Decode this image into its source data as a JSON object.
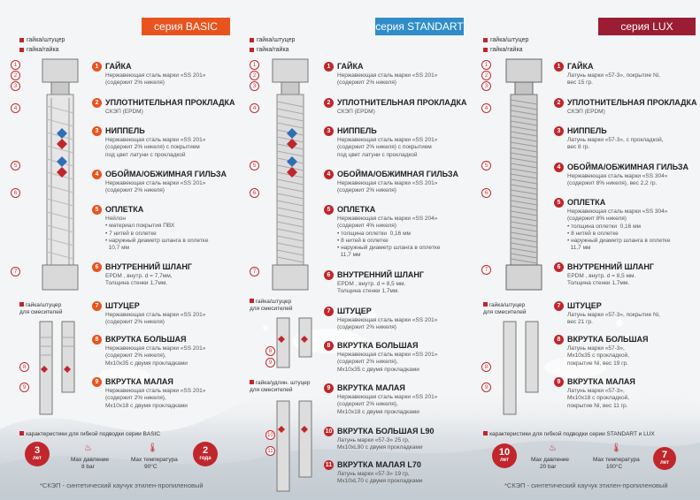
{
  "colors": {
    "basic": "#e8531e",
    "standart": "#2f8dc9",
    "lux": "#9a1d33",
    "accent": "#c0262c"
  },
  "columns": [
    {
      "series": "серия BASIC",
      "legend": [
        "гайка/штуцер",
        "гайка/гайка"
      ],
      "items": [
        {
          "n": "1",
          "title": "ГАЙКА",
          "desc": "Нержавеющая сталь марки «SS 201»\n(содержит 2% никеля)"
        },
        {
          "n": "2",
          "title": "УПЛОТНИТЕЛЬНАЯ ПРОКЛАДКА",
          "desc": "СКЭП (EPDM)"
        },
        {
          "n": "3",
          "title": "НИППЕЛЬ",
          "desc": "Нержавеющая сталь марки «SS 201»\n(содержит 2% никеля) с покрытием\nпод цвет латуни с прокладкой"
        },
        {
          "n": "4",
          "title": "ОБОЙМА/ОБЖИМНАЯ ГИЛЬЗА",
          "desc": "Нержавеющая сталь марки «SS 201»\n(содержит 2% никеля)"
        },
        {
          "n": "5",
          "title": "ОПЛЕТКА",
          "desc": "Нейлон\n• материал покрытия ПВХ\n• 7 нитей в оплетке\n• наружный диаметр шланга в оплетке\n  10,7 мм"
        },
        {
          "n": "6",
          "title": "ВНУТРЕННИЙ ШЛАНГ",
          "desc": "EPDM , внутр. d = 7,7мм,\nТолщина стенки 1,7мм."
        },
        {
          "n": "7",
          "title": "ШТУЦЕР",
          "desc": "Нержавеющая сталь марки «SS 201»\n(содержит 2% никеля)"
        },
        {
          "n": "8",
          "title": "ВКРУТКА БОЛЬШАЯ",
          "desc": "Нержавеющая сталь марки «SS 201»\n(содержит 2% никеля),\nМх10х35 с двумя прокладками"
        },
        {
          "n": "9",
          "title": "ВКРУТКА МАЛАЯ",
          "desc": "Нержавеющая сталь марки «SS 201»\n(содержит 2% никеля),\nМх10х18 с двумя прокладками"
        }
      ],
      "mixer_caption": "гайка/штуцер\nдля смесителей",
      "char_caption": "характеристики  для гибкой подводки серии BASIC",
      "warranty_left": {
        "big": "3",
        "small": "лет"
      },
      "pressure": {
        "label": "Max давление",
        "value": "8 bar"
      },
      "temperature": {
        "label": "Max температура",
        "value": "90°C"
      },
      "warranty_right": {
        "big": "2",
        "small": "года"
      },
      "footnote": "*СКЭП - синтетический каучук этилен-пропиленовый"
    },
    {
      "series": "серия STANDART",
      "legend": [
        "гайка/штуцер",
        "гайка/гайка"
      ],
      "items": [
        {
          "n": "1",
          "title": "ГАЙКА",
          "desc": "Нержавеющая сталь марки «SS 201»\n(содержит 2% никеля)"
        },
        {
          "n": "2",
          "title": "УПЛОТНИТЕЛЬНАЯ ПРОКЛАДКА",
          "desc": "СКЭП (EPDM)"
        },
        {
          "n": "3",
          "title": "НИППЕЛЬ",
          "desc": "Нержавеющая сталь марки «SS 201»\n(содержит 2% никеля) с покрытием\nпод цвет латуни с прокладкой"
        },
        {
          "n": "4",
          "title": "ОБОЙМА/ОБЖИМНАЯ ГИЛЬЗА",
          "desc": "Нержавеющая сталь марки «SS 201»\n(содержит 2% никеля)"
        },
        {
          "n": "5",
          "title": "ОПЛЕТКА",
          "desc": "Нержавеющая сталь марки «SS 204»\n(содержит 4% никеля)\n• толщина оплетки  0,16 мм\n• 8 нитей в оплетке\n• наружный диаметр шланга в оплетке\n  11,7 мм"
        },
        {
          "n": "6",
          "title": "ВНУТРЕННИЙ ШЛАНГ",
          "desc": "EPDM , внутр. d = 8,5 мм.\nТолщина стенки 1,7мм."
        },
        {
          "n": "7",
          "title": "ШТУЦЕР",
          "desc": "Нержавеющая сталь марки «SS 201»\n(содержит 2% никеля)"
        },
        {
          "n": "8",
          "title": "ВКРУТКА БОЛЬШАЯ",
          "desc": "Нержавеющая сталь марки «SS 201»\n(содержит 2% никеля),\nМх10х35 с двумя прокладками"
        },
        {
          "n": "9",
          "title": "ВКРУТКА МАЛАЯ",
          "desc": "Нержавеющая сталь марки «SS 201»\n(содержит 2% никеля),\nМх10х18 с двумя прокладками"
        },
        {
          "n": "10",
          "title": "ВКРУТКА БОЛЬШАЯ L90",
          "desc": "Латунь марки «57-3» 25 гр,\nМх10хL90 с двумя прокладками"
        },
        {
          "n": "11",
          "title": "ВКРУТКА МАЛАЯ L70",
          "desc": "Латунь марки «57-3» 19 гр,\nМх10хL70 с двумя прокладками"
        }
      ],
      "mixer_caption": "гайка/штуцер\nдля смесителей",
      "long_caption": "гайка/удлин. штуцер\nдля смесителей"
    },
    {
      "series": "серия LUX",
      "legend": [
        "гайка/штуцер",
        "гайка/гайка"
      ],
      "items": [
        {
          "n": "1",
          "title": "ГАЙКА",
          "desc": "Латунь марки «57-3», покрытие Ni,\nвес 15 гр."
        },
        {
          "n": "2",
          "title": "УПЛОТНИТЕЛЬНАЯ ПРОКЛАДКА",
          "desc": "СКЭП (EPDM)"
        },
        {
          "n": "3",
          "title": "НИППЕЛЬ",
          "desc": "Латунь марки «57-3», с прокладкой,\nвес 8 гр."
        },
        {
          "n": "4",
          "title": "ОБОЙМА/ОБЖИМНАЯ ГИЛЬЗА",
          "desc": "Нержавеющая сталь марки «SS 304»\n(содержит 8% никеля), вес 2,2 гр."
        },
        {
          "n": "5",
          "title": "ОПЛЕТКА",
          "desc": "Нержавеющая сталь марки «SS 304»\n(содержит 8% никеля)\n• толщина оплетки  0,16 мм\n• 8 нитей в оплетке\n• наружный диаметр шланга в оплетке\n  11,7 мм"
        },
        {
          "n": "6",
          "title": "ВНУТРЕННИЙ ШЛАНГ",
          "desc": "EPDM , внутр. d = 8,5 мм.\nТолщина стенки 1,7мм."
        },
        {
          "n": "7",
          "title": "ШТУЦЕР",
          "desc": "Латунь марки «57-3», покрытие Ni,\nвес 21 гр."
        },
        {
          "n": "8",
          "title": "ВКРУТКА БОЛЬШАЯ",
          "desc": "Латунь марки «57-3»,\nМх10х35 с прокладкой,\nпокрытие Ni, вес 19 гр."
        },
        {
          "n": "9",
          "title": "ВКРУТКА МАЛАЯ",
          "desc": "Латунь марки «57-3»,\nМх10х18 с прокладкой,\nпокрытие Ni, вес 11 гр."
        }
      ],
      "mixer_caption": "гайка/штуцер\nдля смесителей",
      "char_caption": "характеристики  для гибкой подводки серии STANDART и LUX",
      "warranty_left": {
        "big": "10",
        "small": "лет"
      },
      "pressure": {
        "label": "Max давление",
        "value": "20 bar"
      },
      "temperature": {
        "label": "Max температура",
        "value": "100°C"
      },
      "warranty_right": {
        "big": "7",
        "small": "лет"
      },
      "footnote": "*СКЭП - синтетический каучук этилен-пропиленовый"
    }
  ]
}
